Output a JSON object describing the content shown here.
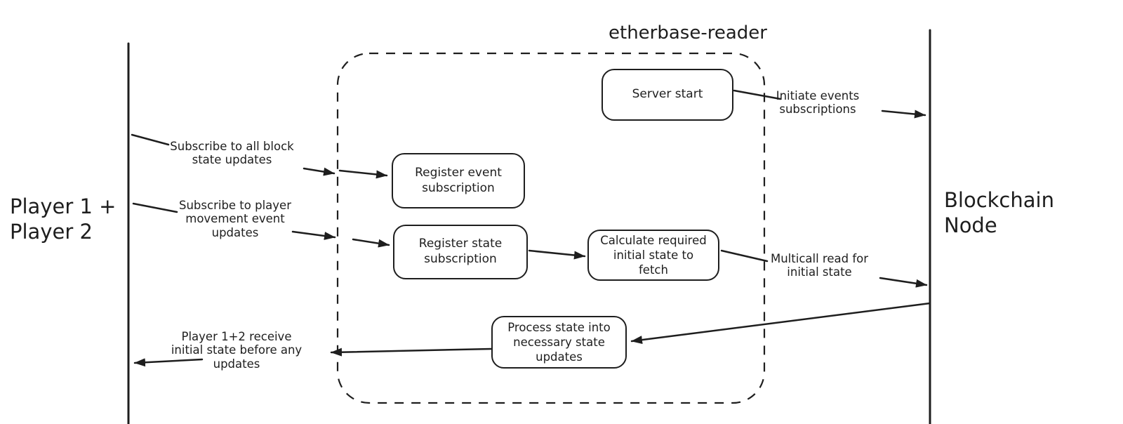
{
  "diagram": {
    "title": "etherbase-reader",
    "actors": {
      "left": "Player 1 +\nPlayer 2",
      "right": "Blockchain Node"
    },
    "boxes": {
      "server_start": "Server start",
      "register_event": "Register event\nsubscription",
      "register_state": "Register state\nsubscription",
      "calculate_state": "Calculate required\ninitial state to\nfetch",
      "process_state": "Process state into\nnecessary state\nupdates"
    },
    "arrow_labels": {
      "initiate_subscriptions": "Initiate events\nsubscriptions",
      "subscribe_block": "Subscribe to all block\nstate updates",
      "subscribe_player": "Subscribe to player\nmovement event\nupdates",
      "multicall_read": "Multicall read for\ninitial state",
      "receive_initial": "Player 1+2 receive\ninitial state before any\nupdates"
    },
    "colors": {
      "stroke": "#1e1e1e",
      "background": "#ffffff"
    }
  }
}
